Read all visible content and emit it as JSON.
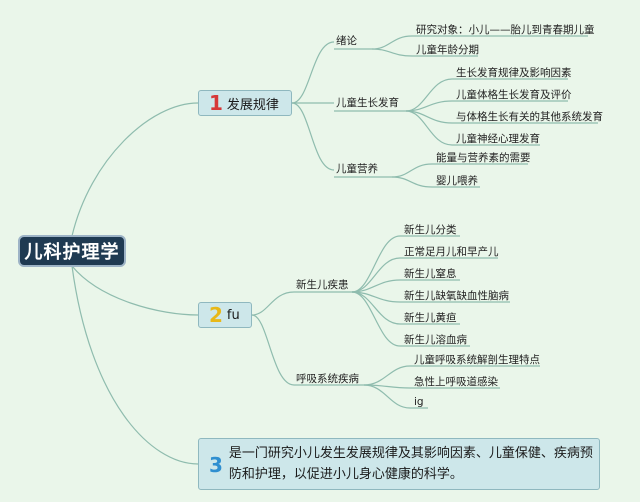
{
  "root": {
    "label": "儿科护理学"
  },
  "branch1": {
    "number": "1",
    "label": "发展规律",
    "children": [
      {
        "label": "绪论",
        "items": [
          "研究对象：小儿——胎儿到青春期儿童",
          "儿童年龄分期"
        ]
      },
      {
        "label": "儿童生长发育",
        "items": [
          "生长发育规律及影响因素",
          "儿童体格生长发育及评价",
          "与体格生长有关的其他系统发育",
          "儿童神经心理发育"
        ]
      },
      {
        "label": "儿童营养",
        "items": [
          "能量与营养素的需要",
          "婴儿喂养"
        ]
      }
    ]
  },
  "branch2": {
    "number": "2",
    "label": "fu",
    "children": [
      {
        "label": "新生儿疾患",
        "items": [
          "新生儿分类",
          "正常足月儿和早产儿",
          "新生儿窒息",
          "新生儿缺氧缺血性脑病",
          "新生儿黄疸",
          "新生儿溶血病"
        ]
      },
      {
        "label": "呼吸系统疾病",
        "items": [
          "儿童呼吸系统解剖生理特点",
          "急性上呼吸道感染",
          "ig"
        ]
      }
    ]
  },
  "branch3": {
    "number": "3",
    "label": "是一门研究小儿发生发展规律及其影响因素、儿童保健、疾病预防和护理，以促进小儿身心健康的科学。"
  },
  "colors": {
    "background": "#eaf6ea",
    "line": "#8fbcae",
    "root": "#1f3a52",
    "branch": "#cde7ea"
  }
}
